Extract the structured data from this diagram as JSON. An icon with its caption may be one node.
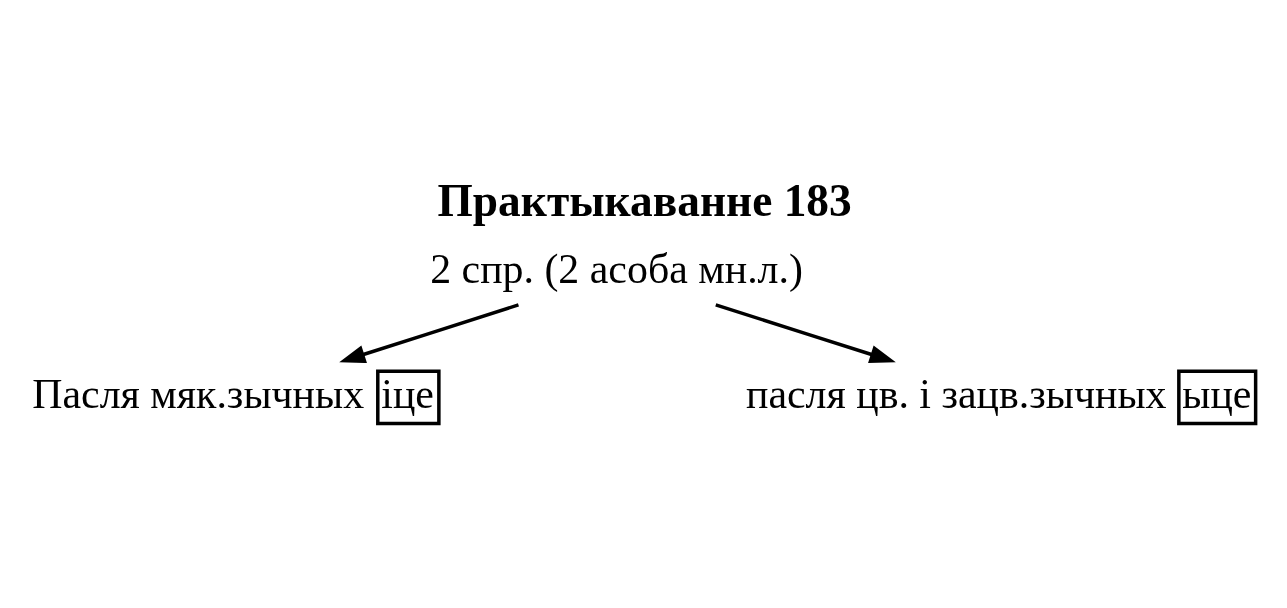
{
  "diagram": {
    "title": "Практыкаванне 183",
    "nodes": [
      {
        "text": [
          "2 спр. (2 асоба мн.л.)"
        ]
      },
      {
        "text": [
          "Пасля мяк.зычных",
          "іце"
        ]
      },
      {
        "text": [
          "пасля цв. і зацв.зычных",
          "ыце"
        ]
      }
    ],
    "edges": [
      {
        "from": 0,
        "to": 1,
        "arrow": "to"
      },
      {
        "from": 0,
        "to": 2,
        "arrow": "to"
      }
    ]
  }
}
